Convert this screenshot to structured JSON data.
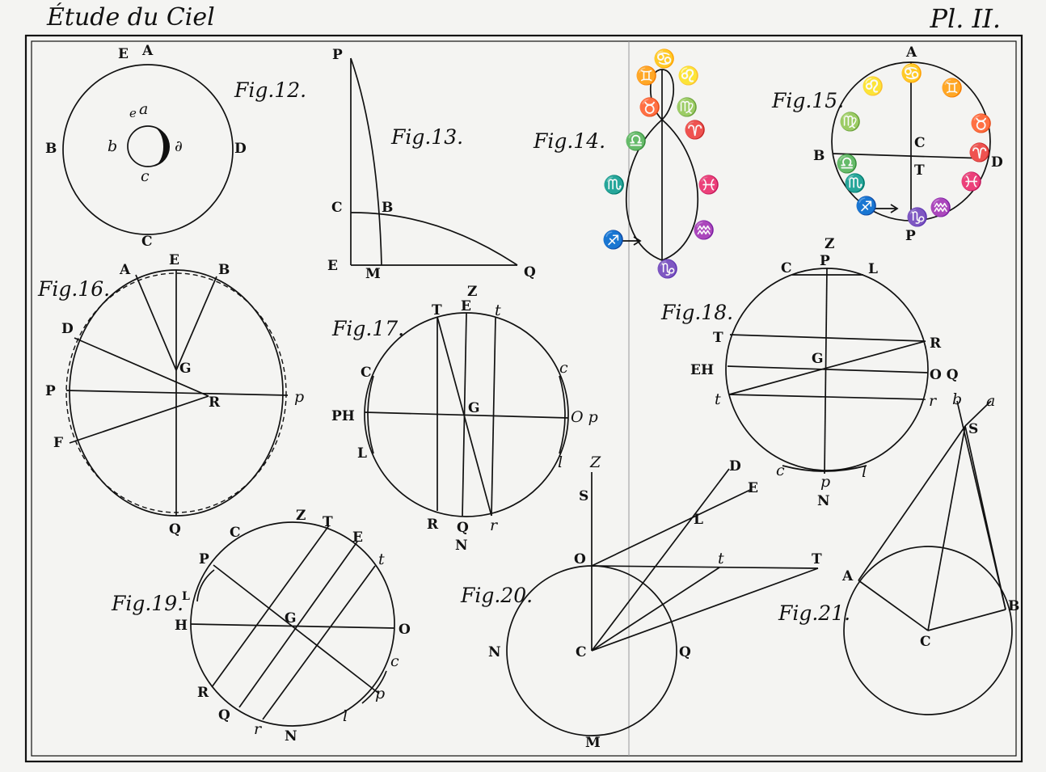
{
  "plate": {
    "title": "Étude du Ciel",
    "plate_number": "Pl. II."
  },
  "figures": {
    "fig12": {
      "caption": "Fig.12.",
      "labels": {
        "A": "A",
        "E": "E",
        "B": "B",
        "D": "D",
        "C": "C",
        "a": "a",
        "e": "e",
        "b": "b",
        "c": "c",
        "d": "∂"
      }
    },
    "fig13": {
      "caption": "Fig.13.",
      "labels": {
        "P": "P",
        "C": "C",
        "B": "B",
        "E": "E",
        "M": "M",
        "Q": "Q"
      }
    },
    "fig14": {
      "caption": "Fig.14.",
      "symbols": {
        "cancer": "♋",
        "gemini": "♊",
        "leo": "♌",
        "taurus": "♉",
        "virgo": "♍",
        "aries": "♈",
        "libra": "♎",
        "scorpio": "♏",
        "pisces": "♓",
        "aquarius": "♒",
        "sagittarius": "♐",
        "capricorn": "♑"
      }
    },
    "fig15": {
      "caption": "Fig.15.",
      "labels": {
        "A": "A",
        "B": "B",
        "C": "C",
        "D": "D",
        "T": "T",
        "P": "P"
      },
      "symbols": {
        "cancer": "♋",
        "leo": "♌",
        "gemini": "♊",
        "virgo": "♍",
        "taurus": "♉",
        "libra": "♎",
        "aries": "♈",
        "scorpio": "♏",
        "pisces": "♓",
        "sagittarius": "♐",
        "aquarius": "♒",
        "capricorn": "♑"
      }
    },
    "fig16": {
      "caption": "Fig.16.",
      "labels": {
        "A": "A",
        "E": "E",
        "B": "B",
        "D": "D",
        "G": "G",
        "P": "P",
        "R": "R",
        "p": "p",
        "F": "F",
        "Q": "Q"
      }
    },
    "fig17": {
      "caption": "Fig.17.",
      "labels": {
        "Z": "Z",
        "T": "T",
        "E": "E",
        "t": "t",
        "C": "C",
        "c": "c",
        "PH": "PH",
        "G": "G",
        "Op": "O p",
        "L": "L",
        "l": "l",
        "R": "R",
        "Q": "Q",
        "r": "r",
        "N": "N"
      }
    },
    "fig18": {
      "caption": "Fig.18.",
      "labels": {
        "Z": "Z",
        "C": "C",
        "P": "P",
        "L": "L",
        "T": "T",
        "R": "R",
        "EH": "EH",
        "G": "G",
        "OQ": "O Q",
        "t": "t",
        "r": "r",
        "c": "c",
        "p": "p",
        "l": "l",
        "N": "N"
      }
    },
    "fig19": {
      "caption": "Fig.19.",
      "labels": {
        "Z": "Z",
        "C": "C",
        "T": "T",
        "E": "E",
        "P": "P",
        "t": "t",
        "L": "L",
        "H": "H",
        "G": "G",
        "O": "O",
        "c": "c",
        "R": "R",
        "p": "p",
        "Q": "Q",
        "r": "r",
        "N": "N",
        "l": "l"
      }
    },
    "fig20": {
      "caption": "Fig.20.",
      "labels": {
        "Z": "Z",
        "S": "S",
        "D": "D",
        "E": "E",
        "L": "L",
        "O": "O",
        "t": "t",
        "T": "T",
        "N": "N",
        "C": "C",
        "Q": "Q",
        "M": "M"
      }
    },
    "fig21": {
      "caption": "Fig.21.",
      "labels": {
        "b": "b",
        "a": "a",
        "S": "S",
        "A": "A",
        "B": "B",
        "C": "C"
      }
    }
  }
}
